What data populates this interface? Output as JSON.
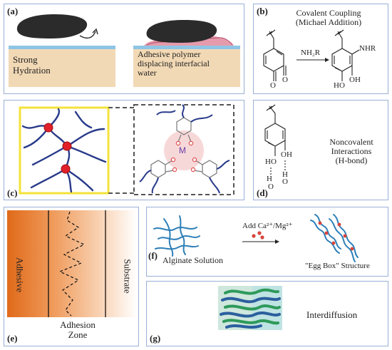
{
  "panels": {
    "a": {
      "label": "(a)",
      "left_text_line1": "Strong",
      "left_text_line2": "Hydration",
      "right_text_line1": "Adhesive polymer",
      "right_text_line2": "displacing interfacial",
      "right_text_line3": "water"
    },
    "b": {
      "label": "(b)",
      "title_line1": "Covalent Coupling",
      "title_line2": "(Michael Addition)",
      "reagent": "NH₂R",
      "nhr": "NHR",
      "o1": "O",
      "o2": "O",
      "oh1": "HO",
      "oh2": "OH"
    },
    "c": {
      "label": "(c)",
      "metal": "M"
    },
    "d": {
      "label": "(d)",
      "title_line1": "Noncovalent",
      "title_line2": "Interactions",
      "title_line3": "(H-bond)",
      "ho": "HO",
      "oh": "OH",
      "h1": "H",
      "h2": "H",
      "o1": "O",
      "o2": "O"
    },
    "e": {
      "label": "(e)",
      "adhesive": "Adhesive",
      "substrate": "Substrate",
      "zone_line1": "Adhesion",
      "zone_line2": "Zone"
    },
    "f": {
      "label": "(f)",
      "left_caption": "Alginate Solution",
      "reagent": "Add Ca²⁺/Mg²⁺",
      "right_caption": "\"Egg Box\" Structure"
    },
    "g": {
      "label": "(g)",
      "caption": "Interdiffusion"
    }
  },
  "colors": {
    "panel_border": "#9bb0d6",
    "substrate": "#f2d9b5",
    "water": "#8ec5e6",
    "polymer_pink": "#e08a9c",
    "rock": "#2b2b2b",
    "network": "#283a8a",
    "node_red": "#e0202a",
    "adhesive_orange": "#e06a1a",
    "alginate_blue": "#2d7fb8",
    "ion_red": "#d9453a",
    "interdiffusion_green": "#2e9a5a",
    "interdiffusion_blue": "#2b5f9e"
  }
}
